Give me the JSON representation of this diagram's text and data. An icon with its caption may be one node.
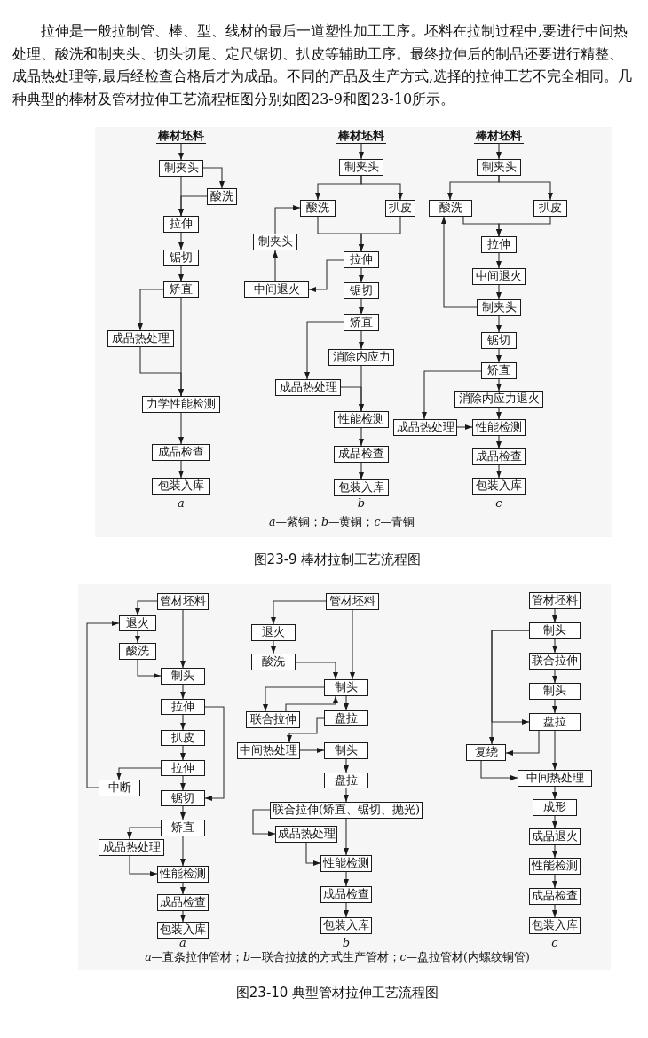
{
  "diagram": {
    "nodes": [
      {
        "text": [
          "棒材坯料"
        ]
      },
      {
        "text": [
          "制夹头"
        ]
      },
      {
        "text": [
          "酸洗"
        ]
      },
      {
        "text": [
          "拉伸"
        ]
      },
      {
        "text": [
          "锯切"
        ]
      },
      {
        "text": [
          "矫直"
        ]
      },
      {
        "text": [
          "成品热处理"
        ]
      },
      {
        "text": [
          "力学性能检测"
        ]
      },
      {
        "text": [
          "成品检查"
        ]
      },
      {
        "text": [
          "包装入库"
        ]
      },
      {
        "text": [
          "棒材坯料"
        ]
      },
      {
        "text": [
          "制夹头"
        ]
      },
      {
        "text": [
          "酸洗"
        ]
      },
      {
        "text": [
          "扒皮"
        ]
      },
      {
        "text": [
          "制夹头"
        ]
      },
      {
        "text": [
          "拉伸"
        ]
      },
      {
        "text": [
          "中间退火"
        ]
      },
      {
        "text": [
          "锯切"
        ]
      },
      {
        "text": [
          "矫直"
        ]
      },
      {
        "text": [
          "消除内应力"
        ]
      },
      {
        "text": [
          "成品热处理"
        ]
      },
      {
        "text": [
          "性能检测"
        ]
      },
      {
        "text": [
          "成品检查"
        ]
      },
      {
        "text": [
          "包装入库"
        ]
      },
      {
        "text": [
          "棒材坯料"
        ]
      },
      {
        "text": [
          "制夹头"
        ]
      },
      {
        "text": [
          "酸洗"
        ]
      },
      {
        "text": [
          "扒皮"
        ]
      },
      {
        "text": [
          "拉伸"
        ]
      },
      {
        "text": [
          "中间退火"
        ]
      },
      {
        "text": [
          "制夹头"
        ]
      },
      {
        "text": [
          "锯切"
        ]
      },
      {
        "text": [
          "矫直"
        ]
      },
      {
        "text": [
          "消除内应力退火"
        ]
      },
      {
        "text": [
          "成品热处理"
        ]
      },
      {
        "text": [
          "性能检测"
        ]
      },
      {
        "text": [
          "成品检查"
        ]
      },
      {
        "text": [
          "包装入库"
        ]
      },
      {
        "text": [
          "管材坯料"
        ]
      },
      {
        "text": [
          "退火"
        ]
      },
      {
        "text": [
          "酸洗"
        ]
      },
      {
        "text": [
          "制头"
        ]
      },
      {
        "text": [
          "拉伸"
        ]
      },
      {
        "text": [
          "扒皮"
        ]
      },
      {
        "text": [
          "拉伸"
        ]
      },
      {
        "text": [
          "中断"
        ]
      },
      {
        "text": [
          "锯切"
        ]
      },
      {
        "text": [
          "矫直"
        ]
      },
      {
        "text": [
          "成品热处理"
        ]
      },
      {
        "text": [
          "性能检测"
        ]
      },
      {
        "text": [
          "成品检查"
        ]
      },
      {
        "text": [
          "包装入库"
        ]
      },
      {
        "text": [
          "管材坯料"
        ]
      },
      {
        "text": [
          "退火"
        ]
      },
      {
        "text": [
          "酸洗"
        ]
      },
      {
        "text": [
          "制头"
        ]
      },
      {
        "text": [
          "联合拉伸"
        ]
      },
      {
        "text": [
          "盘拉"
        ]
      },
      {
        "text": [
          "中间热处理"
        ]
      },
      {
        "text": [
          "制头"
        ]
      },
      {
        "text": [
          "盘拉"
        ]
      },
      {
        "text": [
          "联合拉伸(矫直、锯切、抛光)"
        ]
      },
      {
        "text": [
          "成品热处理"
        ]
      },
      {
        "text": [
          "性能检测"
        ]
      },
      {
        "text": [
          "成品检查"
        ]
      },
      {
        "text": [
          "包装入库"
        ]
      },
      {
        "text": [
          "管材坯料"
        ]
      },
      {
        "text": [
          "制头"
        ]
      },
      {
        "text": [
          "联合拉伸"
        ]
      },
      {
        "text": [
          "制头"
        ]
      },
      {
        "text": [
          "盘拉"
        ]
      },
      {
        "text": [
          "复绕"
        ]
      },
      {
        "text": [
          "中间热处理"
        ]
      },
      {
        "text": [
          "成形"
        ]
      },
      {
        "text": [
          "成品退火"
        ]
      },
      {
        "text": [
          "性能检测"
        ]
      },
      {
        "text": [
          "成品检查"
        ]
      },
      {
        "text": [
          "包装入库"
        ]
      }
    ],
    "edges": [
      {
        "from": 0,
        "to": 1,
        "arrow": "to"
      },
      {
        "from": 1,
        "to": 2,
        "arrow": "to"
      },
      {
        "from": 1,
        "to": 3,
        "arrow": "to"
      },
      {
        "from": 2,
        "to": 3,
        "arrow": "to"
      },
      {
        "from": 3,
        "to": 4,
        "arrow": "to"
      },
      {
        "from": 4,
        "to": 5,
        "arrow": "to"
      },
      {
        "from": 5,
        "to": 6,
        "arrow": "to"
      },
      {
        "from": 5,
        "to": 7,
        "arrow": "to"
      },
      {
        "from": 6,
        "to": 7,
        "arrow": "to"
      },
      {
        "from": 7,
        "to": 8,
        "arrow": "to"
      },
      {
        "from": 8,
        "to": 9,
        "arrow": "to"
      },
      {
        "from": 10,
        "to": 11,
        "arrow": "to"
      },
      {
        "from": 11,
        "to": 12,
        "arrow": "to"
      },
      {
        "from": 11,
        "to": 13,
        "arrow": "to"
      },
      {
        "from": 12,
        "to": 15,
        "arrow": "to"
      },
      {
        "from": 13,
        "to": 15,
        "arrow": "to"
      },
      {
        "from": 15,
        "to": 16,
        "arrow": "to"
      },
      {
        "from": 16,
        "to": 14,
        "arrow": "to"
      },
      {
        "from": 14,
        "to": 12,
        "arrow": "to"
      },
      {
        "from": 15,
        "to": 17,
        "arrow": "to"
      },
      {
        "from": 17,
        "to": 18,
        "arrow": "to"
      },
      {
        "from": 18,
        "to": 19,
        "arrow": "to"
      },
      {
        "from": 18,
        "to": 20,
        "arrow": "to"
      },
      {
        "from": 19,
        "to": 21,
        "arrow": "to"
      },
      {
        "from": 20,
        "to": 21,
        "arrow": "to"
      },
      {
        "from": 21,
        "to": 22,
        "arrow": "to"
      },
      {
        "from": 22,
        "to": 23,
        "arrow": "to"
      },
      {
        "from": 24,
        "to": 25,
        "arrow": "to"
      },
      {
        "from": 25,
        "to": 26,
        "arrow": "to"
      },
      {
        "from": 25,
        "to": 27,
        "arrow": "to"
      },
      {
        "from": 26,
        "to": 28,
        "arrow": "to"
      },
      {
        "from": 27,
        "to": 28,
        "arrow": "to"
      },
      {
        "from": 28,
        "to": 29,
        "arrow": "to"
      },
      {
        "from": 29,
        "to": 30,
        "arrow": "to"
      },
      {
        "from": 30,
        "to": 26,
        "arrow": "to"
      },
      {
        "from": 30,
        "to": 31,
        "arrow": "to"
      },
      {
        "from": 31,
        "to": 32,
        "arrow": "to"
      },
      {
        "from": 32,
        "to": 33,
        "arrow": "to"
      },
      {
        "from": 32,
        "to": 34,
        "arrow": "to"
      },
      {
        "from": 33,
        "to": 35,
        "arrow": "to"
      },
      {
        "from": 34,
        "to": 35,
        "arrow": "to"
      },
      {
        "from": 35,
        "to": 36,
        "arrow": "to"
      },
      {
        "from": 36,
        "to": 37,
        "arrow": "to"
      },
      {
        "from": 38,
        "to": 39,
        "arrow": "to"
      },
      {
        "from": 38,
        "to": 41,
        "arrow": "to"
      },
      {
        "from": 39,
        "to": 40,
        "arrow": "to"
      },
      {
        "from": 40,
        "to": 41,
        "arrow": "to"
      },
      {
        "from": 41,
        "to": 42,
        "arrow": "to"
      },
      {
        "from": 42,
        "to": 43,
        "arrow": "to"
      },
      {
        "from": 42,
        "to": 46,
        "arrow": "to"
      },
      {
        "from": 43,
        "to": 44,
        "arrow": "to"
      },
      {
        "from": 44,
        "to": 45,
        "arrow": "to"
      },
      {
        "from": 44,
        "to": 46,
        "arrow": "to"
      },
      {
        "from": 45,
        "to": 39,
        "arrow": "to"
      },
      {
        "from": 46,
        "to": 47,
        "arrow": "to"
      },
      {
        "from": 47,
        "to": 48,
        "arrow": "to"
      },
      {
        "from": 47,
        "to": 49,
        "arrow": "to"
      },
      {
        "from": 48,
        "to": 49,
        "arrow": "to"
      },
      {
        "from": 49,
        "to": 50,
        "arrow": "to"
      },
      {
        "from": 50,
        "to": 51,
        "arrow": "to"
      },
      {
        "from": 52,
        "to": 53,
        "arrow": "to"
      },
      {
        "from": 52,
        "to": 55,
        "arrow": "to"
      },
      {
        "from": 53,
        "to": 54,
        "arrow": "to"
      },
      {
        "from": 54,
        "to": 55,
        "arrow": "to"
      },
      {
        "from": 55,
        "to": 56,
        "arrow": "to"
      },
      {
        "from": 56,
        "to": 55,
        "arrow": "to"
      },
      {
        "from": 55,
        "to": 57,
        "arrow": "to"
      },
      {
        "from": 57,
        "to": 58,
        "arrow": "to"
      },
      {
        "from": 58,
        "to": 59,
        "arrow": "to"
      },
      {
        "from": 59,
        "to": 60,
        "arrow": "to"
      },
      {
        "from": 60,
        "to": 61,
        "arrow": "to"
      },
      {
        "from": 61,
        "to": 62,
        "arrow": "to"
      },
      {
        "from": 61,
        "to": 63,
        "arrow": "to"
      },
      {
        "from": 62,
        "to": 63,
        "arrow": "to"
      },
      {
        "from": 63,
        "to": 64,
        "arrow": "to"
      },
      {
        "from": 64,
        "to": 65,
        "arrow": "to"
      },
      {
        "from": 66,
        "to": 67,
        "arrow": "to"
      },
      {
        "from": 67,
        "to": 68,
        "arrow": "to"
      },
      {
        "from": 68,
        "to": 69,
        "arrow": "to"
      },
      {
        "from": 69,
        "to": 70,
        "arrow": "to"
      },
      {
        "from": 67,
        "to": 71,
        "arrow": "to"
      },
      {
        "from": 67,
        "to": 70,
        "arrow": "to"
      },
      {
        "from": 70,
        "to": 71,
        "arrow": "to"
      },
      {
        "from": 70,
        "to": 72,
        "arrow": "to"
      },
      {
        "from": 71,
        "to": 72,
        "arrow": "to"
      },
      {
        "from": 72,
        "to": 73,
        "arrow": "to"
      },
      {
        "from": 73,
        "to": 74,
        "arrow": "to"
      },
      {
        "from": 74,
        "to": 75,
        "arrow": "to"
      },
      {
        "from": 75,
        "to": 76,
        "arrow": "to"
      },
      {
        "from": 76,
        "to": 77,
        "arrow": "to"
      }
    ],
    "labels": [
      "拉伸是一般拉制管、棒、型、线材的最后一道塑性加工工序。坯料在拉制过程中,要进行中间热处理、酸洗和制夹头、切头切尾、定尺锯切、扒皮等辅助工序。最终拉伸后的制品还要进行精整、成品热处理等,最后经检查合格后才为成品。不同的产品及生产方式,选择的拉伸工艺不完全相同。几种典型的棒材及管材拉伸工艺流程框图分别如图23-9和图23-10所示。",
      "a",
      "b",
      "c",
      "*a*—紫铜；*b*—黄铜；*c*—青铜",
      "图23-9 棒材拉制工艺流程图",
      "a",
      "b",
      "c",
      "*a*—直条拉伸管材；*b*—联合拉拔的方式生产管材；*c*—盘拉管材(内螺纹铜管)",
      "图23-10 典型管材拉伸工艺流程图"
    ]
  }
}
